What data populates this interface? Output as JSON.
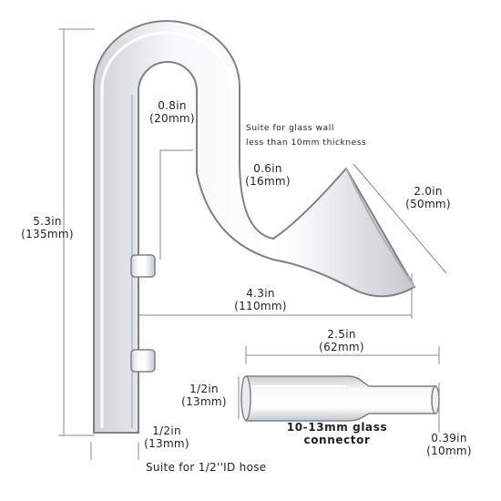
{
  "product": {
    "height": {
      "in": "5.3in",
      "mm": "(135mm)"
    },
    "tube_gap": {
      "in": "0.8in",
      "mm": "(20mm)"
    },
    "tube_diameter": {
      "in": "0.6in",
      "mm": "(16mm)"
    },
    "funnel": {
      "in": "2.0in",
      "mm": "(50mm)"
    },
    "reach": {
      "in": "4.3in",
      "mm": "(110mm)"
    },
    "inlet": {
      "in": "1/2in",
      "mm": "(13mm)"
    },
    "note_wall": [
      "Suite for glass wall",
      "less than 10mm thickness"
    ],
    "note_hose": "Suite for 1/2''ID hose"
  },
  "connector": {
    "length": {
      "in": "2.5in",
      "mm": "(62mm)"
    },
    "outer": {
      "in": "1/2in",
      "mm": "(13mm)"
    },
    "inner": {
      "in": "0.39in",
      "mm": "(10mm)"
    },
    "name": [
      "10-13mm glass",
      "connector"
    ]
  }
}
